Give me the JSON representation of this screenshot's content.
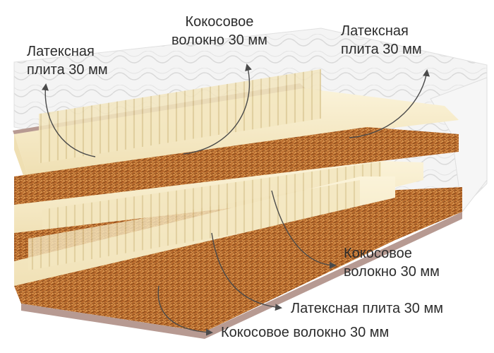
{
  "labels": {
    "top_left": {
      "line1": "Латексная",
      "line2": "плита 30 мм"
    },
    "top_center": {
      "line1": "Кокосовое",
      "line2": "волокно 30 мм"
    },
    "top_right": {
      "line1": "Латексная",
      "line2": "плита 30 мм"
    },
    "mid_right": {
      "line1": "Кокосовое",
      "line2": "волокно 30 мм"
    },
    "bottom_latex": "Латексная плита 30 мм",
    "bottom_coco": "Кокосовое волокно 30 мм"
  },
  "colors": {
    "latex": "#f3e6bf",
    "latex_shadow": "#d9c691",
    "coconut": "#b86a2c",
    "coconut_dark": "#8a4a1c",
    "cover": "#f1f1f1",
    "pink_felt": "#b79a92",
    "arrow": "#4a4a4a",
    "text": "#2c2c2c"
  }
}
